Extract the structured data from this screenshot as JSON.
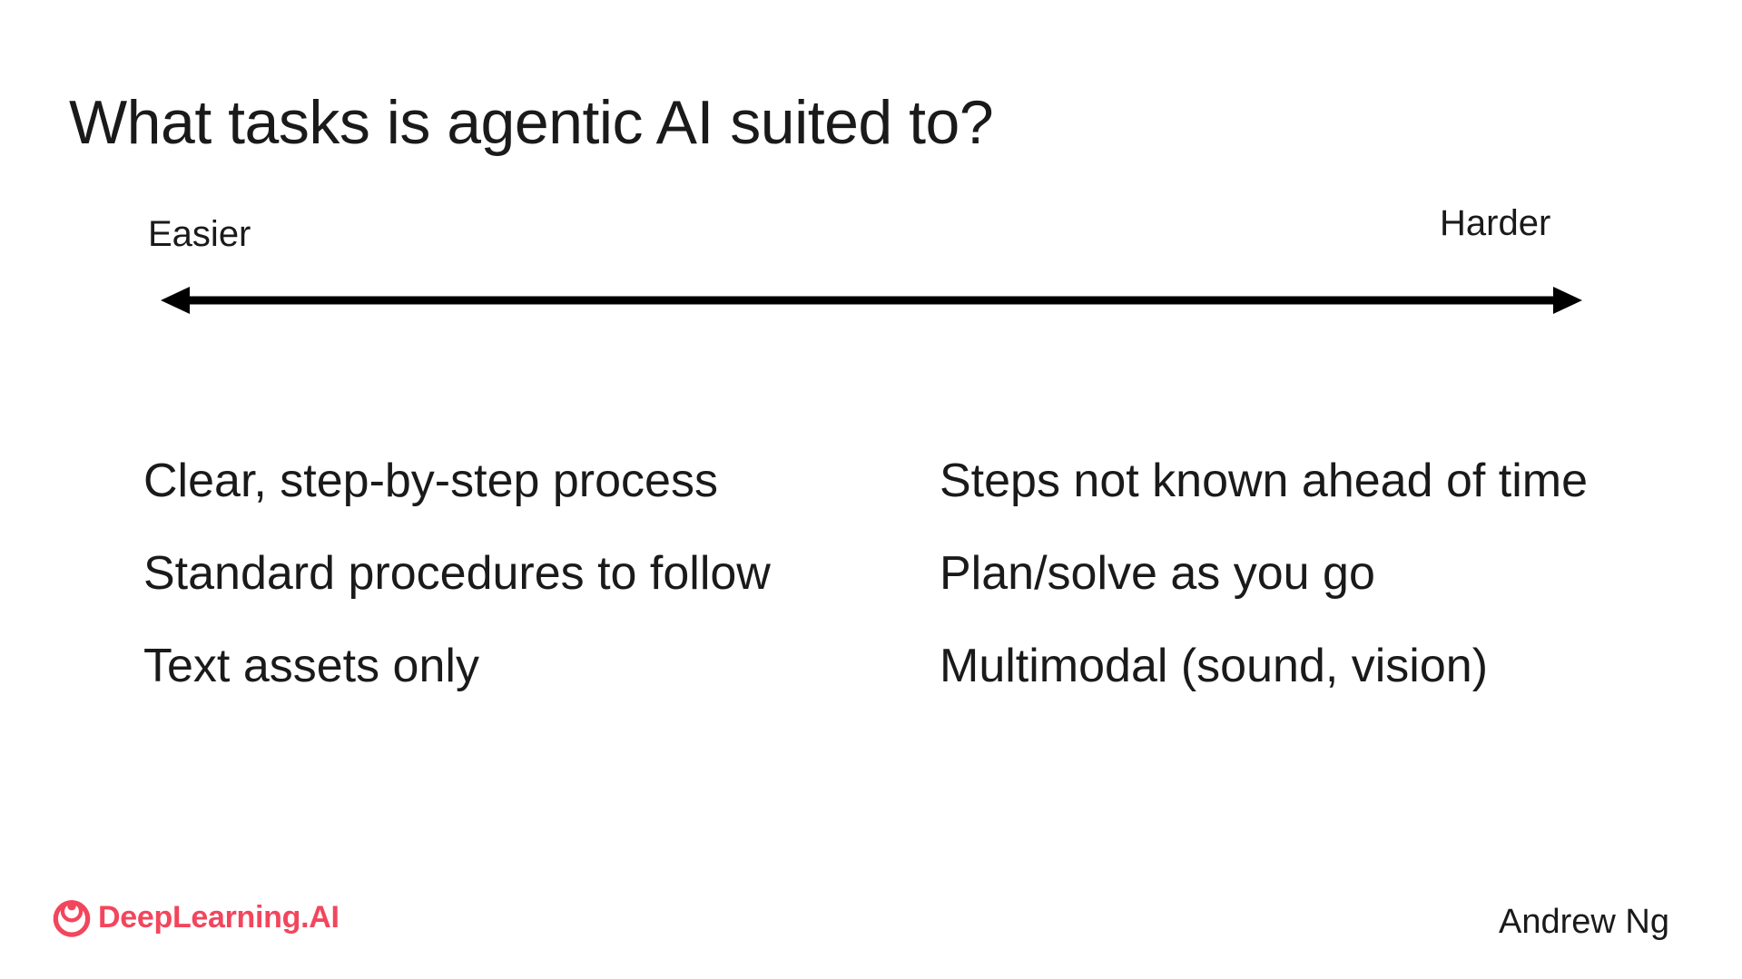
{
  "slide": {
    "title": "What tasks is agentic AI suited to?",
    "axis": {
      "left_label": "Easier",
      "right_label": "Harder"
    },
    "columns": {
      "easier": [
        "Clear, step-by-step process",
        "Standard procedures to follow",
        "Text assets only"
      ],
      "harder": [
        "Steps not known ahead of time",
        "Plan/solve as you go",
        "Multimodal (sound, vision)"
      ]
    },
    "footer": {
      "brand": "DeepLearning.AI",
      "author": "Andrew Ng"
    },
    "colors": {
      "brand_pink": "#f2465d",
      "text": "#1a1a1a",
      "arrow": "#000000"
    }
  }
}
